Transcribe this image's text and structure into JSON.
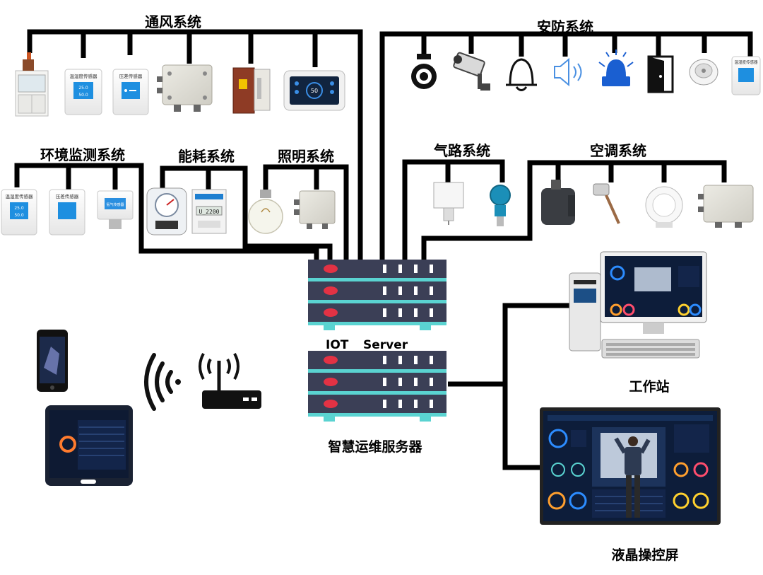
{
  "titles": {
    "ventilation": "通风系统",
    "security": "安防系统",
    "environment": "环境监测系统",
    "energy": "能耗系统",
    "lighting": "照明系统",
    "gas": "气路系统",
    "hvac": "空调系统"
  },
  "server": {
    "iot_label": "IOT",
    "server_label": "Server",
    "caption": "智慧运维服务器"
  },
  "workstation": {
    "caption": "工作站"
  },
  "lcd_screen": {
    "caption": "液晶操控屏"
  },
  "device_labels": {
    "temp_humidity": "温湿度传感器",
    "pressure_diff": "压差传感器",
    "temp_value": "25.0",
    "hum_value": "50.0",
    "meter_reading": "U_2200",
    "monitor_value": "50",
    "ammonia_sensor": "氨气传感器"
  },
  "colors": {
    "server_body": "#3b3f56",
    "server_stripe": "#5ad3d1",
    "server_led": "#e33244",
    "line": "#000000",
    "screen_bg": "#0d1d3a"
  },
  "icons": [
    "fume-hood-icon",
    "temp-humidity-sensor-icon",
    "pressure-sensor-icon",
    "junction-box-icon",
    "damper-actuator-icon",
    "touch-panel-icon",
    "camera-icon",
    "cctv-camera-icon",
    "alarm-bell-icon",
    "speaker-icon",
    "strobe-light-icon",
    "door-icon",
    "smoke-detector-icon",
    "water-meter-icon",
    "electric-meter-icon",
    "light-bulb-icon",
    "gas-sensor-icon",
    "pressure-transmitter-icon",
    "duct-sensor-icon",
    "temperature-probe-icon",
    "air-pressure-switch-icon",
    "phone-icon",
    "tablet-icon",
    "wifi-icon",
    "router-icon",
    "workstation-icon",
    "lcd-screen-icon"
  ]
}
